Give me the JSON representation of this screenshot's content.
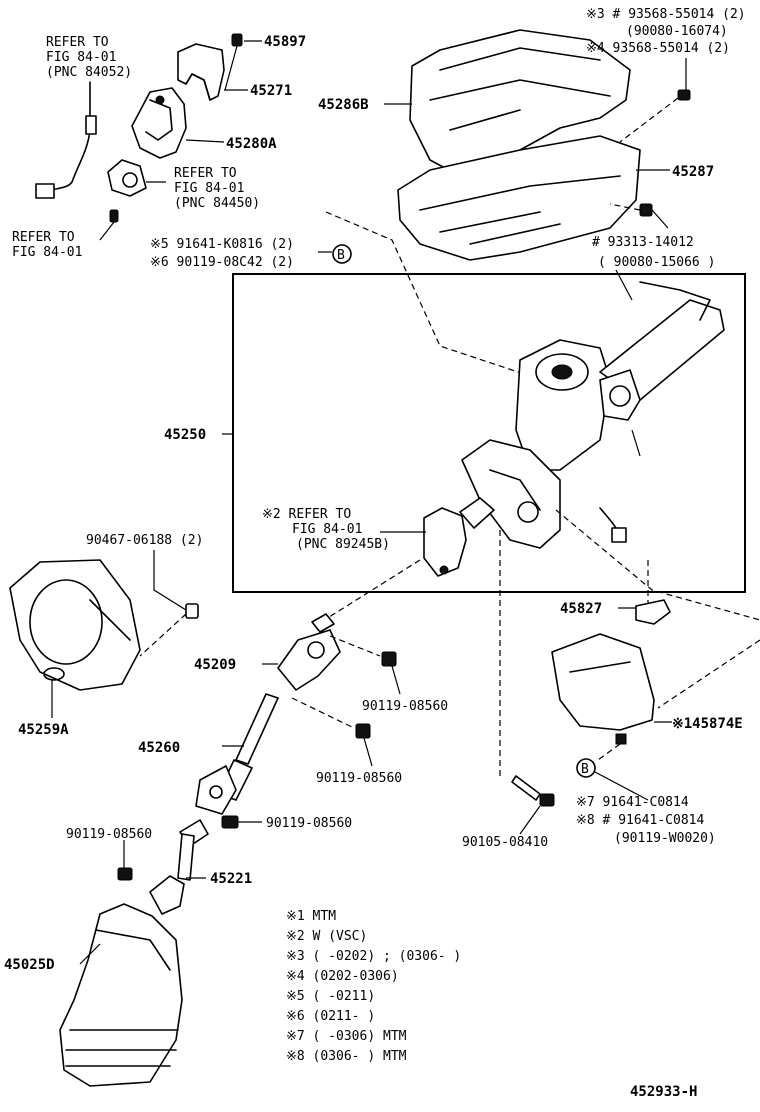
{
  "labels": {
    "p45897": "45897",
    "p45271": "45271",
    "p45280A": "45280A",
    "ref1_a": "REFER TO",
    "ref1_b": "FIG 84-01",
    "ref1_c": "(PNC 84052)",
    "ref2_a": "REFER TO",
    "ref2_b": "FIG 84-01",
    "ref2_c": "(PNC 84450)",
    "ref3_a": "REFER TO",
    "ref3_b": "FIG 84-01",
    "n5": "※5 91641-K0816 (2)",
    "n6": "※6 90119-08C42 (2)",
    "n3": "※3 # 93568-55014 (2)",
    "n3b": "(90080-16074)",
    "n4": "※4   93568-55014 (2)",
    "p45286B": "45286B",
    "p45287": "45287",
    "n93313": "# 93313-14012",
    "n93313b": "( 90080-15066 )",
    "p45250": "45250",
    "ref4_a": "※2 REFER TO",
    "ref4_b": "FIG 84-01",
    "ref4_c": "(PNC 89245B)",
    "n90467": "90467-06188 (2)",
    "p45259A": "45259A",
    "p45209": "45209",
    "n90119a": "90119-08560",
    "p45260": "45260",
    "n90119b": "90119-08560",
    "n90119c": "90119-08560",
    "n90119d": "90119-08560",
    "p45221": "45221",
    "p45025D": "45025D",
    "p45827": "45827",
    "p145874": "※145874E",
    "n7": "※7   91641-C0814",
    "n8": "※8 # 91641-C0814",
    "n8b": "(90119-W0020)",
    "n90105": "90105-08410",
    "markB1": "B",
    "markB2": "B",
    "note1": "※1 MTM",
    "note2": "※2 W (VSC)",
    "note3": "※3 (      -0202) ; (0306-       )",
    "note4": "※4 (0202-0306)",
    "note5": "※5 (      -0211)",
    "note6": "※6 (0211-      )",
    "note7": "※7 (      -0306) MTM",
    "note8": "※8 (0306-      ) MTM",
    "figure_id": "452933-H"
  }
}
